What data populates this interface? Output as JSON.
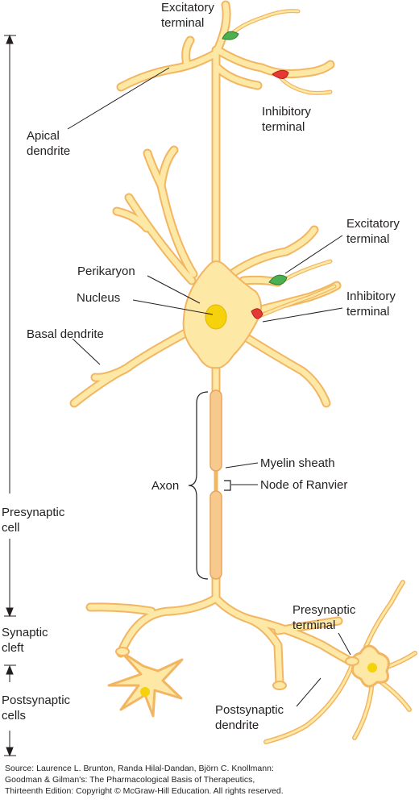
{
  "labels": {
    "excitatory_top": [
      "Excitatory",
      "terminal"
    ],
    "inhibitory_top": [
      "Inhibitory",
      "terminal"
    ],
    "apical_dendrite": [
      "Apical",
      "dendrite"
    ],
    "excitatory_mid": [
      "Excitatory",
      "terminal"
    ],
    "perikaryon": "Perikaryon",
    "inhibitory_mid": [
      "Inhibitory",
      "terminal"
    ],
    "nucleus": "Nucleus",
    "basal_dendrite": "Basal dendrite",
    "myelin_sheath": "Myelin sheath",
    "axon": "Axon",
    "node_of_ranvier": "Node of Ranvier",
    "presynaptic_cell": [
      "Presynaptic",
      "cell"
    ],
    "presynaptic_terminal": [
      "Presynaptic",
      "terminal"
    ],
    "synaptic_cleft": [
      "Synaptic",
      "cleft"
    ],
    "postsynaptic_cells": [
      "Postsynaptic",
      "cells"
    ],
    "postsynaptic_dendrite": [
      "Postsynaptic",
      "dendrite"
    ]
  },
  "credit": [
    "Source: Laurence L. Brunton, Randa Hilal-Dandan, Björn C. Knollmann:",
    "Goodman & Gilman's: The Pharmacological Basis of Therapeutics,",
    "Thirteenth Edition: Copyright © McGraw-Hill Education. All rights reserved."
  ],
  "colors": {
    "cell_fill": "#fde8a6",
    "cell_outline": "#f2b662",
    "nucleus": "#f5d20c",
    "myelin": "#f7c98c",
    "excitatory": "#4caf50",
    "inhibitory": "#e53935",
    "leader": "#231f20"
  }
}
